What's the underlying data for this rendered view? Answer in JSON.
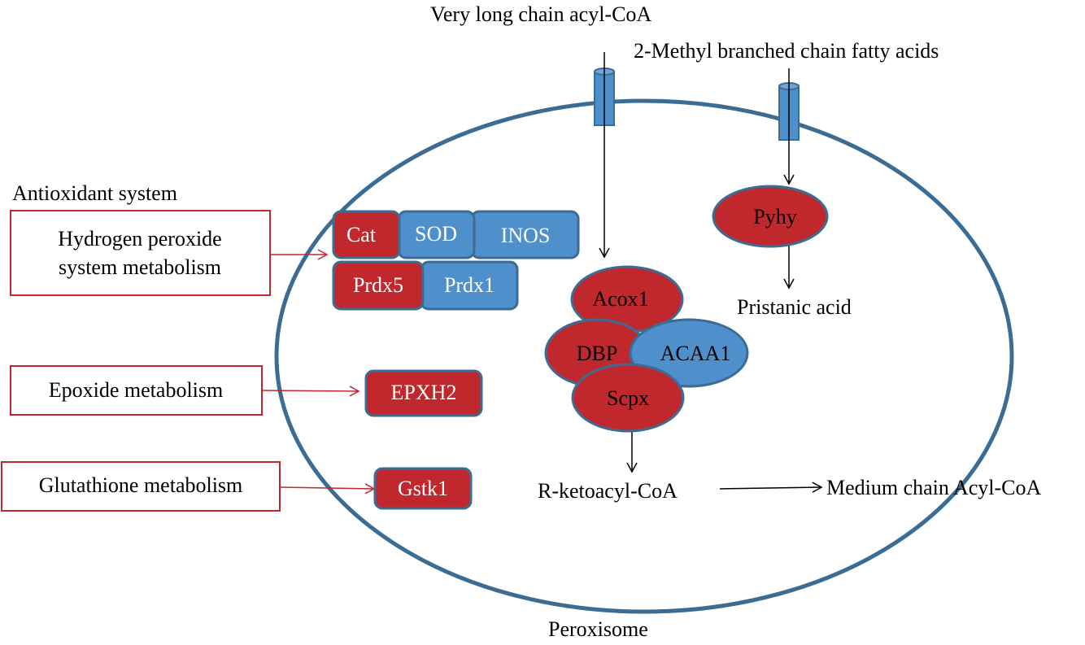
{
  "labels": {
    "very_long_chain": "Very long chain acyl-CoA",
    "methyl_branched": "2-Methyl branched chain fatty acids",
    "antioxidant_system": "Antioxidant system",
    "hydrogen_peroxide_line1": "Hydrogen peroxide",
    "hydrogen_peroxide_line2": "system metabolism",
    "epoxide": "Epoxide metabolism",
    "glutathione": "Glutathione metabolism",
    "pristanic_acid": "Pristanic acid",
    "r_ketoacyl": "R-ketoacyl-CoA",
    "medium_chain": "Medium chain Acyl-CoA",
    "peroxisome": "Peroxisome"
  },
  "enzymes": {
    "cat": "Cat",
    "sod": "SOD",
    "inos": "INOS",
    "prdx5": "Prdx5",
    "prdx1": "Prdx1",
    "epxh2": "EPXH2",
    "gstk1": "Gstk1",
    "pyhy": "Pyhy",
    "acox1": "Acox1",
    "dbp": "DBP",
    "acaa1": "ACAA1",
    "scpx": "Scpx"
  },
  "colors": {
    "red": "#c0282e",
    "blue": "#4f8fcb",
    "outline": "#3b6c94",
    "arrow_red": "#c0282e"
  }
}
